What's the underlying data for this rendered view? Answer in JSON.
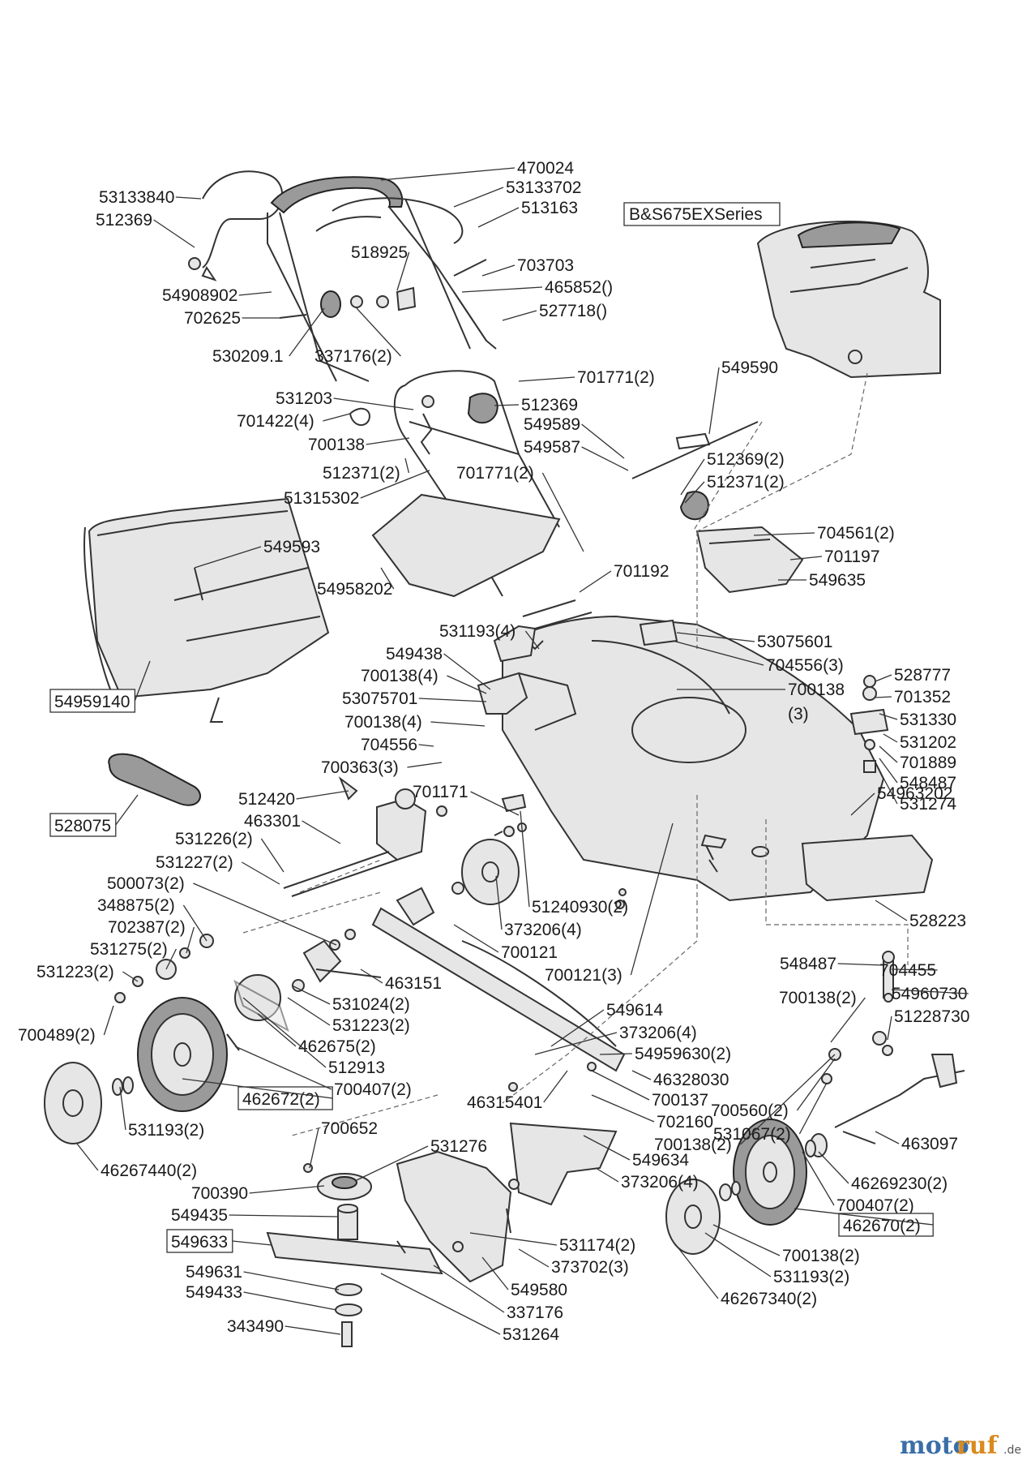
{
  "engine_label": "B&S675EXSeries",
  "labels": [
    "53133840",
    "512369",
    "54908902",
    "702625",
    "530209.1",
    "470024",
    "53133702",
    "513163",
    "518925",
    "703703",
    "465852()",
    "527718()",
    "337176(2)",
    "701771(2)",
    "549590",
    "531203",
    "512369",
    "701422(4)",
    "700138",
    "512371(2)",
    "51315302",
    "701771(2)",
    "549589",
    "549587",
    "512369(2)",
    "512371(2)",
    "549593",
    "54958202",
    "704561(2)",
    "701197",
    "549635",
    "701192",
    "531193(4)",
    "549438",
    "700138(4)",
    "53075701",
    "53075601",
    "704556(3)",
    "700138",
    "(3)",
    "700138(4)",
    "704556",
    "700363(3)",
    "528777",
    "701352",
    "531330",
    "531202",
    "701889",
    "548487",
    "531274",
    "54963202",
    "512420",
    "463301",
    "701171",
    "531226(2)",
    "531227(2)",
    "500073(2)",
    "348875(2)",
    "702387(2)",
    "531275(2)",
    "531223(2)",
    "51240930(2)",
    "373206(4)",
    "700121",
    "463151",
    "700121(3)",
    "528223",
    "548487",
    "704455",
    "54960730",
    "700138(2)",
    "51228730",
    "531024(2)",
    "531223(2)",
    "700489(2)",
    "462675(2)",
    "512913",
    "700407(2)",
    "549614",
    "373206(4)",
    "54959630(2)",
    "46328030",
    "700137",
    "46315401",
    "702160",
    "700560(2)",
    "531067(2)",
    "463097",
    "700138(2)",
    "531193(2)",
    "46267440(2)",
    "700652",
    "531276",
    "549634",
    "373206(4)",
    "46269230(2)",
    "700407(2)",
    "700390",
    "549435",
    "531174(2)",
    "373702(3)",
    "549580",
    "337176",
    "531264",
    "549631",
    "549433",
    "343490",
    "700138(2)",
    "531193(2)",
    "46267340(2)"
  ],
  "boxed_labels": [
    "54959140",
    "528075",
    "462672(2)",
    "549633",
    "462670(2)"
  ],
  "watermark": {
    "brand_a": "moto",
    "brand_b": "ruf",
    "suffix": ".de"
  }
}
